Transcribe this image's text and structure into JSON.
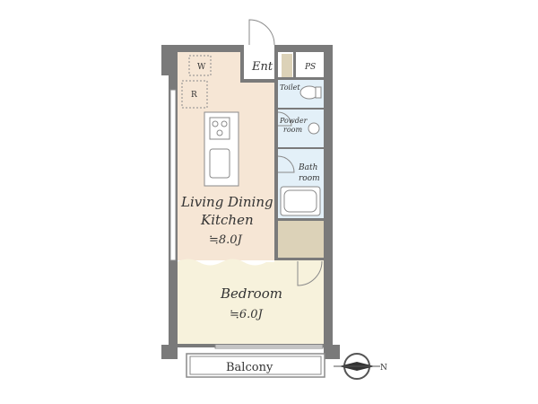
{
  "colors": {
    "wall": "#7a7a7a",
    "wall_dark": "#666666",
    "living": "#f6e6d5",
    "bedroom": "#f7f2dc",
    "wet": "#e3f0f8",
    "storage": "#dcd2b8",
    "line": "#8a8a8a",
    "text": "#333333"
  },
  "rooms": {
    "living": {
      "name_line1": "Living Dining",
      "name_line2": "Kitchen",
      "area": "≒8.0J"
    },
    "bedroom": {
      "name": "Bedroom",
      "area": "≒6.0J"
    },
    "entrance": "Ent",
    "pipe_space": "PS",
    "toilet": "Toilet",
    "powder_line1": "Powder",
    "powder_line2": "room",
    "bath_line1": "Bath",
    "bath_line2": "room",
    "balcony": "Balcony"
  },
  "fixtures": {
    "washer": "W",
    "fridge": "R"
  },
  "compass": {
    "north": "N"
  }
}
